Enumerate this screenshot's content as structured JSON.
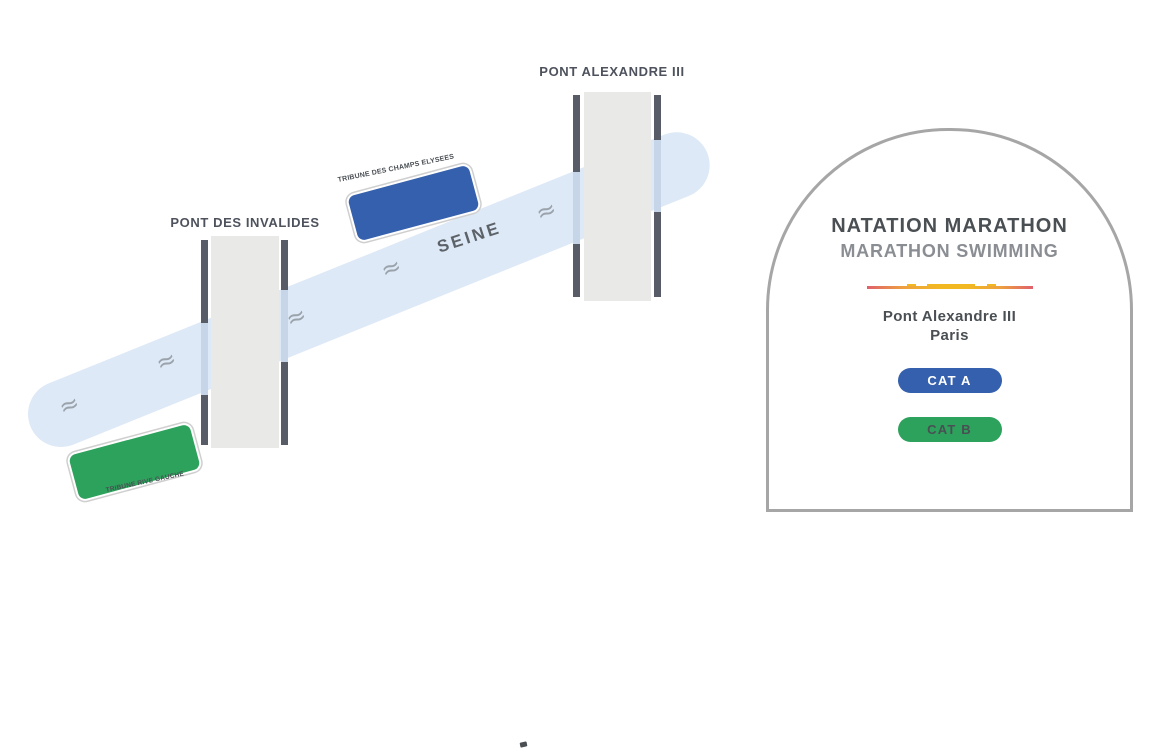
{
  "map": {
    "seine_label": "SEINE",
    "wave_icon": "≈",
    "bridges": [
      {
        "name": "PONT ALEXANDRE III"
      },
      {
        "name": "PONT DES INVALIDES"
      }
    ],
    "tribunes": [
      {
        "label": "TRIBUNE DES CHAMPS ELYSEES",
        "color": "#3560ad"
      },
      {
        "label": "TRIBUNE RIVE GAUCHE",
        "color": "#2da25c"
      }
    ]
  },
  "info_panel": {
    "event_title_fr": "NATATION MARATHON",
    "event_title_en": "MARATHON SWIMMING",
    "venue_name": "Pont Alexandre III",
    "venue_city": "Paris",
    "categories": [
      {
        "label": "CAT A",
        "fill": "#3560ad",
        "text_color": "#ffffff"
      },
      {
        "label": "CAT B",
        "fill": "#2da25c",
        "text_color": "#4a4f54"
      }
    ]
  },
  "colors": {
    "river": "#dde9f6",
    "bridge_deck": "#e9e9e8",
    "bridge_rail": "#575c66",
    "map_label_text": "#4d525c",
    "panel_border": "#a6a6a6",
    "divider_gradient": [
      "#e0606b",
      "#f2b822",
      "#e0606b"
    ]
  }
}
